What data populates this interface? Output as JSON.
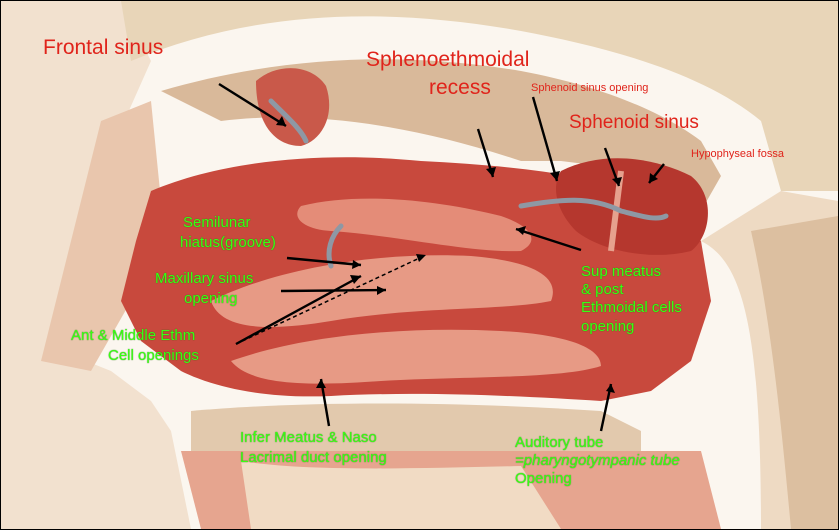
{
  "labels": {
    "frontal_sinus": "Frontal sinus",
    "spheno_line1": "Sphenoethmoidal",
    "spheno_line2": "recess",
    "sphenoid_opening": "Sphenoid sinus  opening",
    "sphenoid_sinus": "Sphenoid sinus",
    "hypophyseal_fossa": "Hypophyseal fossa",
    "semilunar_line1": "Semilunar",
    "semilunar_line2": "hiatus(groove)",
    "maxillary_line1": "Maxillary sinus",
    "maxillary_line2": "opening",
    "ant_middle_line1": "Ant & Middle Ethm",
    "ant_middle_line2": "Cell openings",
    "sup_meatus_line1": "Sup meatus",
    "sup_meatus_line2": "& post",
    "sup_meatus_line3": "Ethmoidal cells",
    "sup_meatus_line4": "opening",
    "infer_line1": "Infer Meatus & Naso",
    "infer_line2": "Lacrimal duct opening",
    "auditory_line1": "Auditory tube",
    "auditory_line2": "=pharyngotympanic tube",
    "auditory_line3": "Opening"
  },
  "colors": {
    "title_red": "#e0241b",
    "label_green": "#39ff14",
    "tissue_pink": "#e58a78",
    "cavity_red": "#c0453a",
    "bone_beige": "#e9d6bc",
    "probe_gray": "#8e98a4"
  }
}
